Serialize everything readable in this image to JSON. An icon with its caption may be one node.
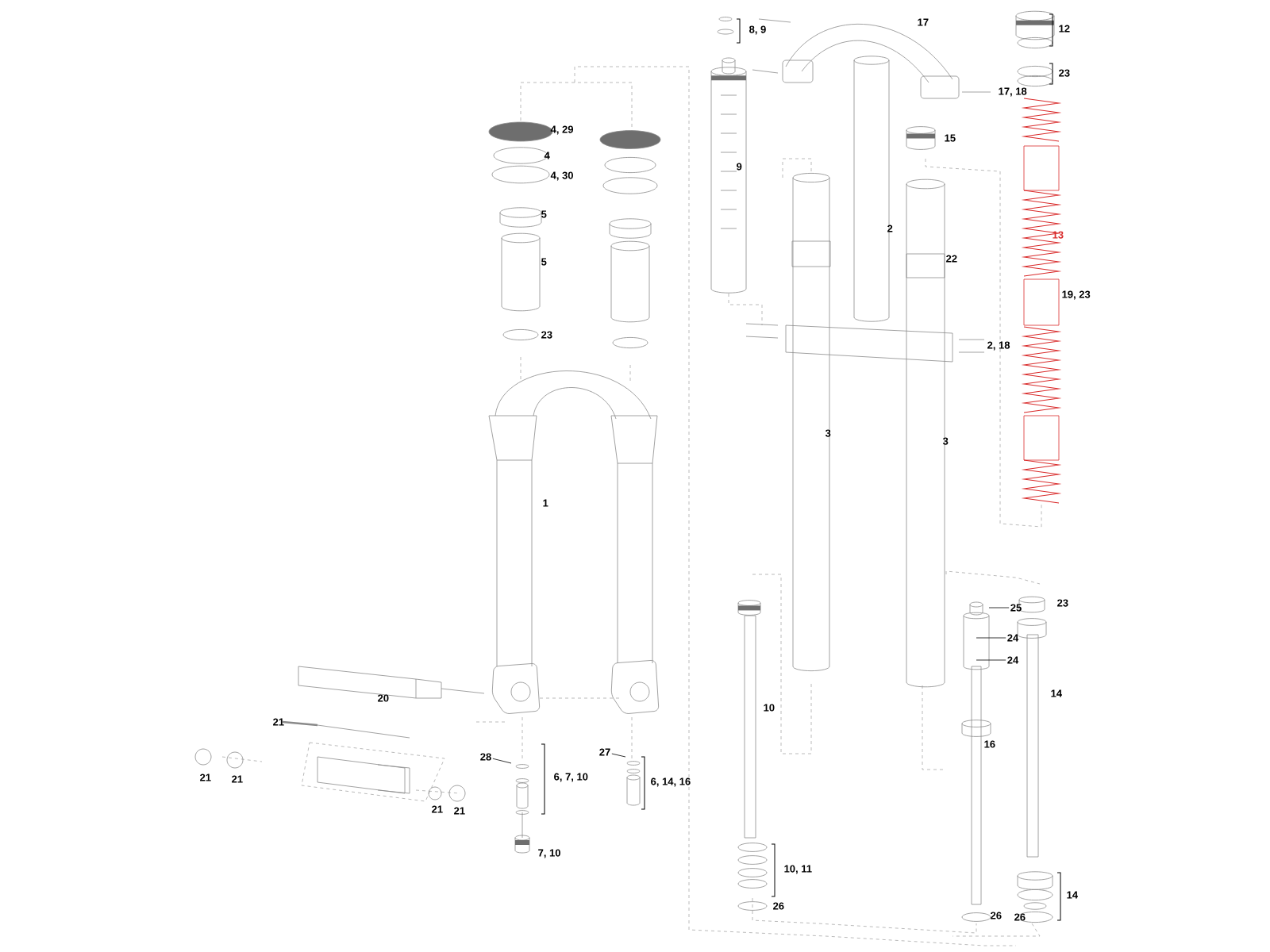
{
  "diagram": {
    "nodes": [
      {
        "text": [
          "28"
        ]
      },
      {
        "text": [
          "27"
        ]
      },
      {
        "text": [
          "25"
        ]
      },
      {
        "text": [
          "24"
        ]
      },
      {
        "text": [
          "24"
        ]
      }
    ],
    "edges": [
      {
        "from": 0,
        "to": null,
        "arrow": "none"
      },
      {
        "from": 1,
        "to": null,
        "arrow": "none"
      },
      {
        "from": 2,
        "to": null,
        "arrow": "none"
      },
      {
        "from": 3,
        "to": null,
        "arrow": "none"
      },
      {
        "from": 4,
        "to": null,
        "arrow": "none"
      }
    ],
    "labels": [
      "8, 9",
      "17",
      "12",
      "23",
      "4, 29",
      "4",
      "4, 30",
      "17, 18",
      "15",
      "9",
      "5",
      "5",
      "2",
      "13",
      "22",
      "19, 23",
      "23",
      "2, 18",
      "1",
      "3",
      "3",
      "23",
      "14",
      "10",
      "20",
      "16",
      "21",
      "6, 7, 10",
      "6, 14, 16",
      "21",
      "21",
      "21",
      "21",
      "7, 10",
      "10, 11",
      "26",
      "14",
      "26",
      "26"
    ]
  }
}
